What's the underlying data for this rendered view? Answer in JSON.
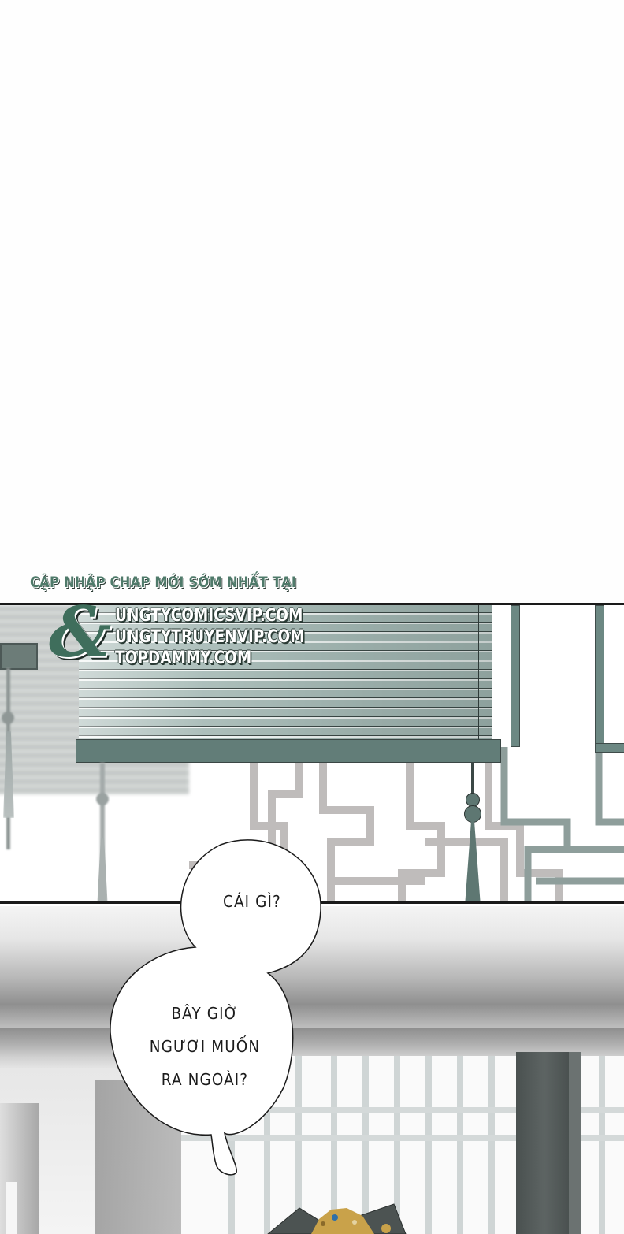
{
  "page": {
    "type": "manga-webtoon-page",
    "background": "#ffffff"
  },
  "watermark": {
    "header": "CẬP NHẬP CHAP MỚI SỚM NHẤT TẠI",
    "logo_symbol": "&",
    "urls": [
      "UNGTYCOMICSVIP.COM",
      "UNGTYTRUYENVIP.COM",
      "TOPDAMMY.COM"
    ],
    "colors": {
      "accent": "#4f7a6a",
      "logo": "#3f6e5c",
      "outline": "#2b3b35",
      "url_text": "#ffffff"
    }
  },
  "panels": [
    {
      "name": "panel-blinds-lattice",
      "description": "Window with teal bamboo blinds, hanging tassel cords and lattice frame",
      "colors": {
        "blind": "#a9bcb8",
        "rail": "#627d78",
        "lattice": "#b9b5b4"
      }
    },
    {
      "name": "panel-interior",
      "description": "Misty grey interior with grid window and dark doorway, character hat at bottom",
      "colors": {
        "fog": "#8f8f8f",
        "door": "#4a5150",
        "hat_gold": "#c9a24a",
        "hat_dark": "#4c5352"
      }
    }
  ],
  "dialogue": {
    "bubble1": {
      "lines": [
        "CÁI GÌ?"
      ]
    },
    "bubble2": {
      "lines": [
        "BÂY GIỜ",
        "NGƯƠI MUỐN",
        "RA NGOÀI?"
      ]
    }
  }
}
